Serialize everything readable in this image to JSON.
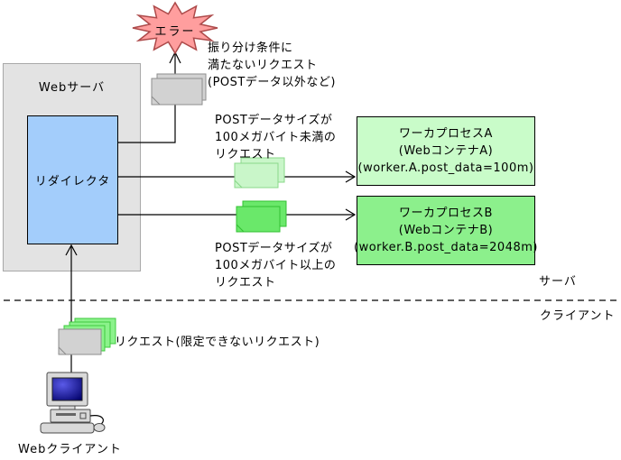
{
  "web_server": {
    "label": "Webサーバ"
  },
  "redirector": {
    "label": "リダイレクタ"
  },
  "error": {
    "label": "エラー"
  },
  "worker_a": {
    "title": "ワーカプロセスA",
    "subtitle": "(WebコンテナA)",
    "config": "(worker.A.post_data=100m)"
  },
  "worker_b": {
    "title": "ワーカプロセスB",
    "subtitle": "(WebコンテナB)",
    "config": "(worker.B.post_data=2048m)"
  },
  "annotations": {
    "unmatched": "振り分け条件に\n満たないリクエスト\n(POSTデータ以外など)",
    "under_100m": "POSTデータサイズが\n100メガバイト未満の\nリクエスト",
    "over_100m": "POSTデータサイズが\n100メガバイト以上の\nリクエスト",
    "client_request": "リクエスト(限定できないリクエスト)"
  },
  "zones": {
    "server": "サーバ",
    "client": "クライアント"
  },
  "web_client": {
    "label": "Webクライアント"
  },
  "icons": {
    "error_burst": "red starburst explosion",
    "gray_request_doc": "stacked gray request documents",
    "lightgreen_request_doc": "stacked pale-green request documents",
    "green_request_doc": "stacked green request documents",
    "client_request_docs": "gray document in front of green document stack",
    "desktop_computer": "desktop computer with monitor and mouse"
  },
  "colors": {
    "line": "#000000",
    "server-box-bg": "#e3e3e3",
    "server-box-border": "#a8a8a8",
    "redirector-bg": "#a3cdfb",
    "worker-a-bg": "#c9fcc9",
    "worker-b-bg": "#8cf08c",
    "box-border": "#000000",
    "error-fill": "#ff9e9e",
    "error-stroke": "#ad4a4a",
    "doc-gray-fill": "#d2d2d2",
    "doc-gray-stroke": "#8e8e8e",
    "doc-lightgreen-fill": "#c9f6c9",
    "doc-lightgreen-stroke": "#8ad88a",
    "doc-green-fill": "#6ae86a",
    "doc-green-stroke": "#33c133",
    "doc-sheet-fill": "#8bf28b",
    "doc-sheet-stroke": "#3fca3f",
    "machine-fill": "#d9d9d9",
    "machine-stroke": "#4a4a4a",
    "screen-blue": "#2222aa"
  }
}
